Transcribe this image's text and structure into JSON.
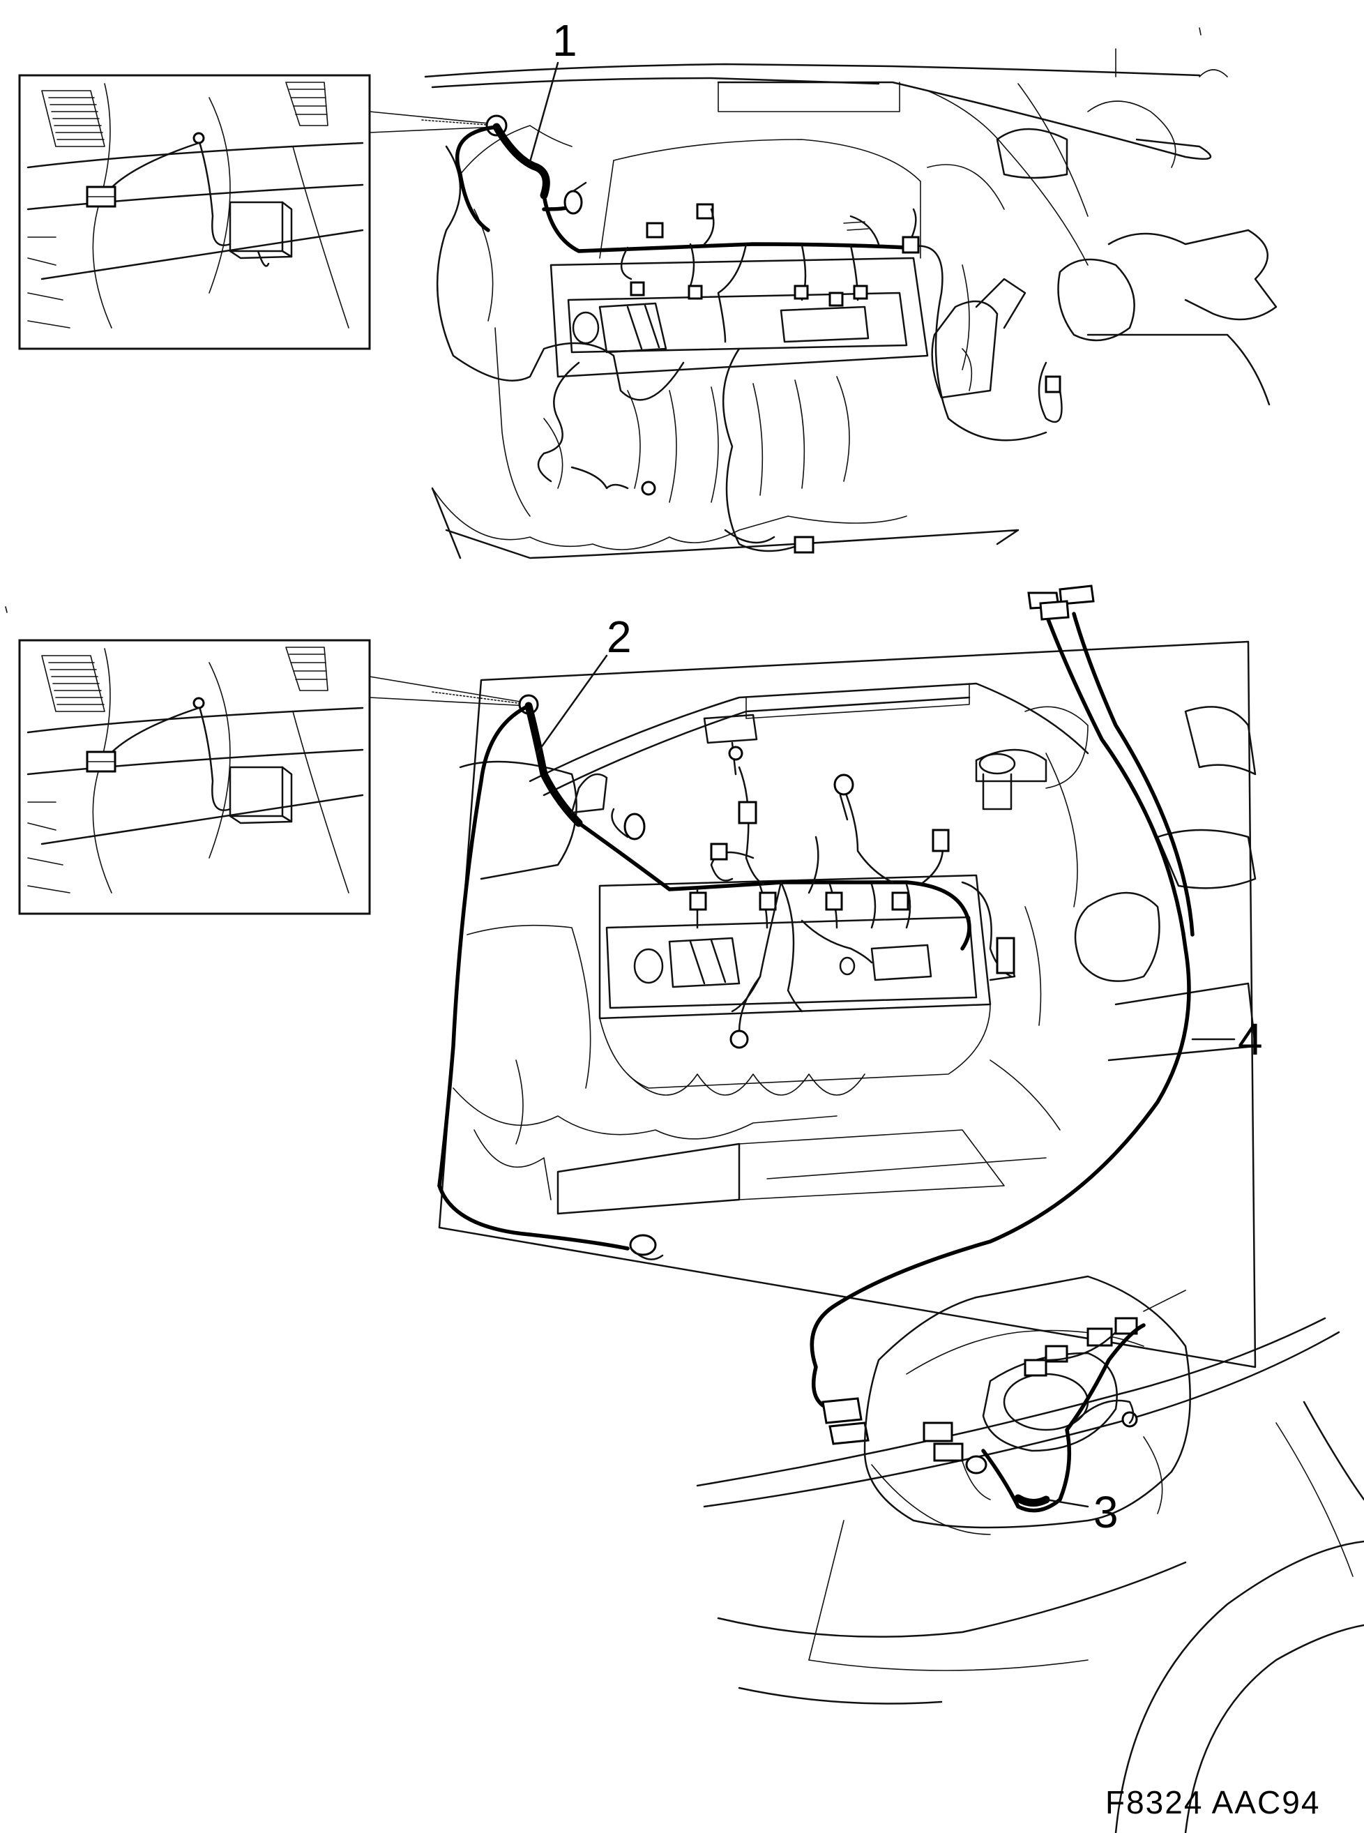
{
  "callouts": {
    "c1": "1",
    "c2": "2",
    "c3": "3",
    "c4": "4"
  },
  "figure_ref": "F8324  AAC94",
  "icons": [
    "glovebox-ecu-inset-icon",
    "engine-bay-icon",
    "headlamp-assembly-icon",
    "connector-icon"
  ],
  "colors": {
    "ink": "#111111",
    "paper": "#ffffff"
  }
}
